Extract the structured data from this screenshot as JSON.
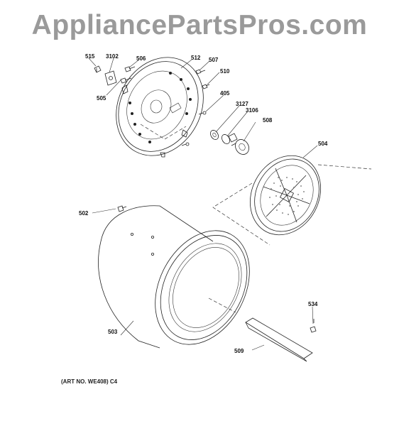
{
  "watermark": "AppliancePartsPros.com",
  "art_note": "(ART NO. WE408) C4",
  "callouts": {
    "c515": "515",
    "c3102": "3102",
    "c506": "506",
    "c512": "512",
    "c507": "507",
    "c510": "510",
    "c505": "505",
    "c405": "405",
    "c3127": "3127",
    "c3106": "3106",
    "c508": "508",
    "c504": "504",
    "c502": "502",
    "c503": "503",
    "c534": "534",
    "c509": "509"
  }
}
